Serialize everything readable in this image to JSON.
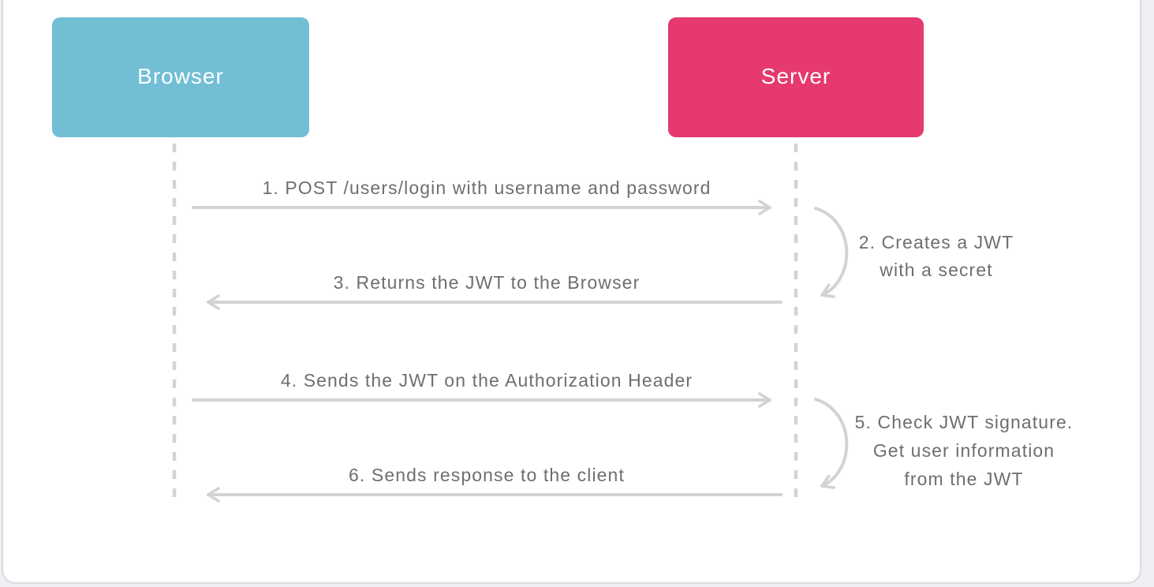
{
  "diagram": {
    "actors": [
      {
        "id": "browser",
        "label": "Browser",
        "color": "#72bed5"
      },
      {
        "id": "server",
        "label": "Server",
        "color": "#e5396f"
      }
    ],
    "messages": [
      {
        "text": "1. POST /users/login with username and password",
        "from": "browser",
        "to": "server",
        "direction": "right"
      },
      {
        "text": "3. Returns the JWT to the Browser",
        "from": "server",
        "to": "browser",
        "direction": "left"
      },
      {
        "text": "4. Sends the JWT on the Authorization Header",
        "from": "browser",
        "to": "server",
        "direction": "right"
      },
      {
        "text": "6. Sends response to the client",
        "from": "server",
        "to": "browser",
        "direction": "left"
      }
    ],
    "notes": [
      {
        "actor": "server",
        "lines": [
          "2. Creates a JWT",
          "with a secret"
        ]
      },
      {
        "actor": "server",
        "lines": [
          "5. Check JWT signature.",
          "Get user information",
          "from the JWT"
        ]
      }
    ]
  },
  "colors": {
    "browser_box": "#72bed5",
    "server_box": "#e5396f",
    "actor_text": "#ffffff",
    "arrow": "#d2d3d5",
    "lifeline": "#d2d3d5",
    "label_text": "#6e6e70",
    "page_background": "#eef0f4",
    "card_background": "#ffffff",
    "card_border": "#dadbdf"
  }
}
